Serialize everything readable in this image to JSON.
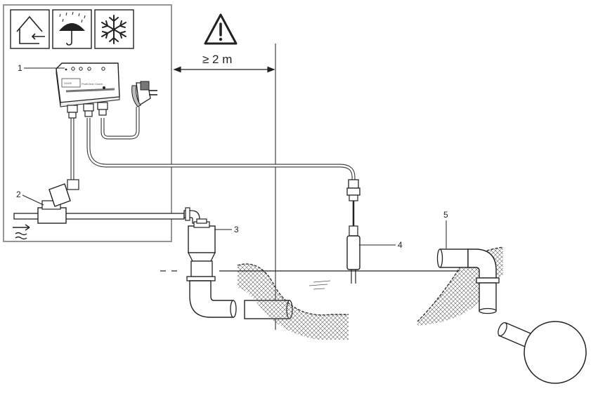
{
  "callouts": {
    "c1": "1",
    "c2": "2",
    "c3": "3",
    "c4": "4",
    "c5": "5"
  },
  "distance": "≥ 2 m",
  "device": {
    "brand": "OASE",
    "product": "ProfiClear Guard"
  },
  "icons": [
    "house-indoor-icon",
    "umbrella-rain-icon",
    "snowflake-frost-icon",
    "warning-triangle-icon",
    "water-flow-icon"
  ]
}
